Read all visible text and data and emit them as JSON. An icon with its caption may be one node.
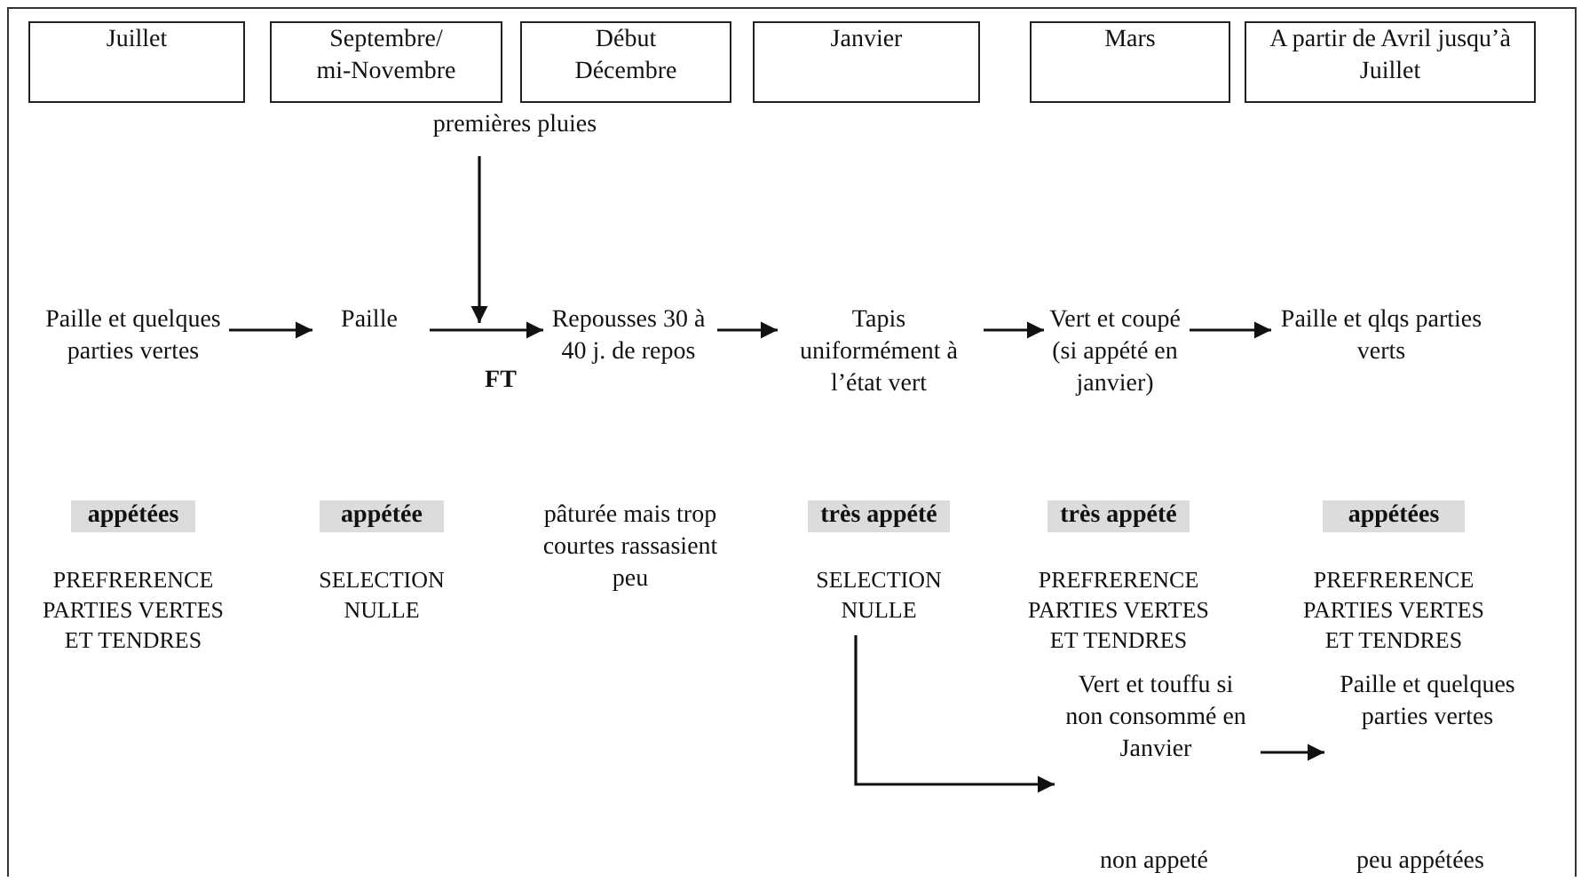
{
  "diagram": {
    "nodes": [
      {
        "text": [
          "Juillet"
        ]
      },
      {
        "text": [
          "Septembre/ mi-Novembre"
        ]
      },
      {
        "text": [
          "Début Décembre"
        ]
      },
      {
        "text": [
          "Janvier"
        ]
      },
      {
        "text": [
          "Mars"
        ]
      },
      {
        "text": [
          "A partir de Avril jusqu’à Juillet"
        ]
      },
      {
        "text": [
          "Paille et quelques parties vertes"
        ]
      },
      {
        "text": [
          "Paille"
        ]
      },
      {
        "text": [
          "Repousses 30 à 40 j. de repos"
        ]
      },
      {
        "text": [
          "Tapis uniformément à l’état vert"
        ]
      },
      {
        "text": [
          "Vert et coupé (si appété en janvier)"
        ]
      },
      {
        "text": [
          "Paille et qlqs parties verts"
        ]
      },
      {
        "text": [
          "premières pluies"
        ]
      },
      {
        "text": [
          "Vert et touffu si non consommé en Janvier"
        ]
      },
      {
        "text": [
          "Paille et quelques parties vertes"
        ]
      },
      {
        "text": [
          "SELECTION NULLE"
        ]
      }
    ],
    "edges": [
      {
        "from": 6,
        "to": 7,
        "arrow": "to"
      },
      {
        "from": 7,
        "to": 8,
        "arrow": "to"
      },
      {
        "from": 8,
        "to": 9,
        "arrow": "to"
      },
      {
        "from": 9,
        "to": 10,
        "arrow": "to"
      },
      {
        "from": 10,
        "to": 11,
        "arrow": "to"
      },
      {
        "from": 12,
        "to": null,
        "arrow": "to"
      },
      {
        "from": 15,
        "to": 13,
        "arrow": "to"
      },
      {
        "from": 13,
        "to": 14,
        "arrow": "to"
      }
    ],
    "labels": [
      "FT",
      "appétées",
      "appétée",
      "pâturée mais trop courtes rassasient peu",
      "très appété",
      "très appété",
      "appétées",
      "PREFRERENCE PARTIES VERTES ET TENDRES",
      "SELECTION NULLE",
      "PREFRERENCE PARTIES VERTES ET TENDRES",
      "PREFRERENCE PARTIES VERTES ET TENDRES",
      "non appeté",
      "peu appétées"
    ]
  }
}
